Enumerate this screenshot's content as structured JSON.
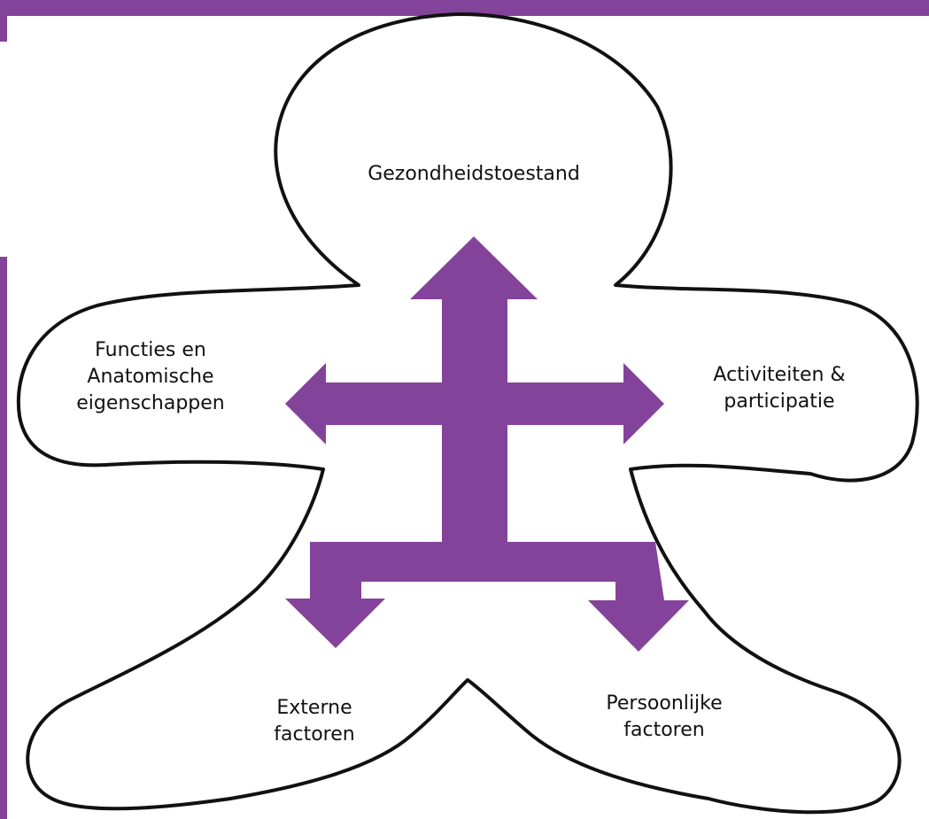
{
  "colors": {
    "accent": "#84439A",
    "outline": "#111111",
    "background": "#FFFFFF"
  },
  "labels": {
    "health": "Gezondheidstoestand",
    "functions": [
      "Functies en",
      "Anatomische",
      "eigenschappen"
    ],
    "activities": [
      "Activiteiten &",
      "participatie"
    ],
    "external": [
      "Externe",
      "factoren"
    ],
    "personal": [
      "Persoonlijke",
      "factoren"
    ]
  }
}
